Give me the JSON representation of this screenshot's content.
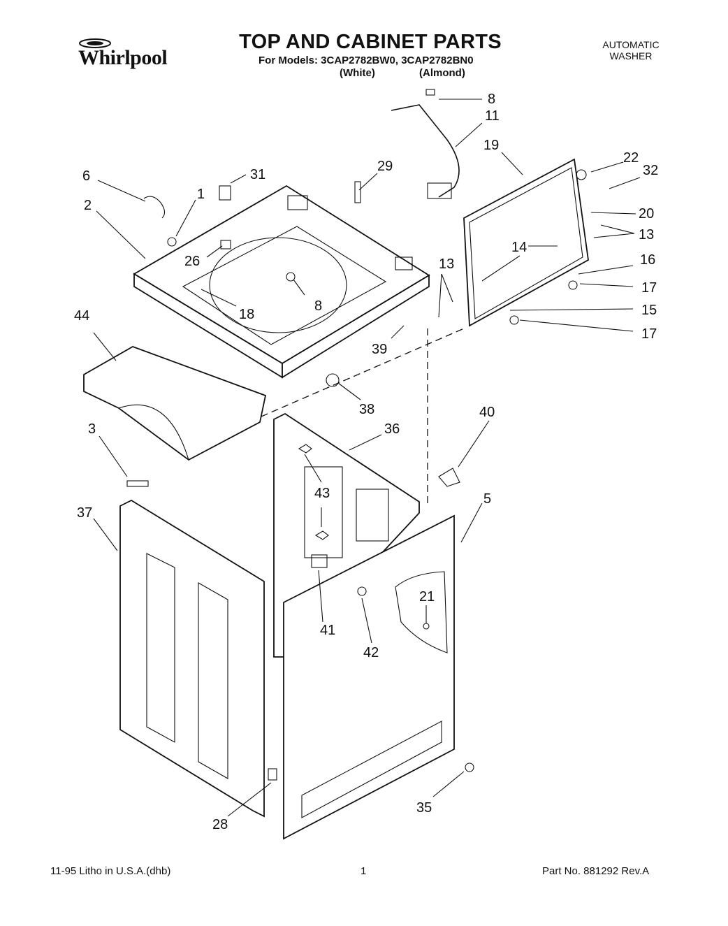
{
  "header": {
    "brand": "Whirlpool",
    "title": "TOP AND CABINET PARTS",
    "models": "For Models: 3CAP2782BW0, 3CAP2782BN0",
    "variant_white": "(White)",
    "variant_almond": "(Almond)",
    "product_type_line1": "AUTOMATIC",
    "product_type_line2": "WASHER"
  },
  "callouts": [
    "8",
    "11",
    "19",
    "22",
    "32",
    "29",
    "31",
    "6",
    "1",
    "2",
    "20",
    "13",
    "14",
    "16",
    "26",
    "8",
    "13",
    "18",
    "17",
    "15",
    "17",
    "39",
    "44",
    "38",
    "36",
    "40",
    "3",
    "43",
    "5",
    "37",
    "21",
    "41",
    "42",
    "35",
    "28"
  ],
  "footer": {
    "left": "11-95  Litho in U.S.A.(dhb)",
    "center": "1",
    "right": "Part No. 881292 Rev.A"
  }
}
